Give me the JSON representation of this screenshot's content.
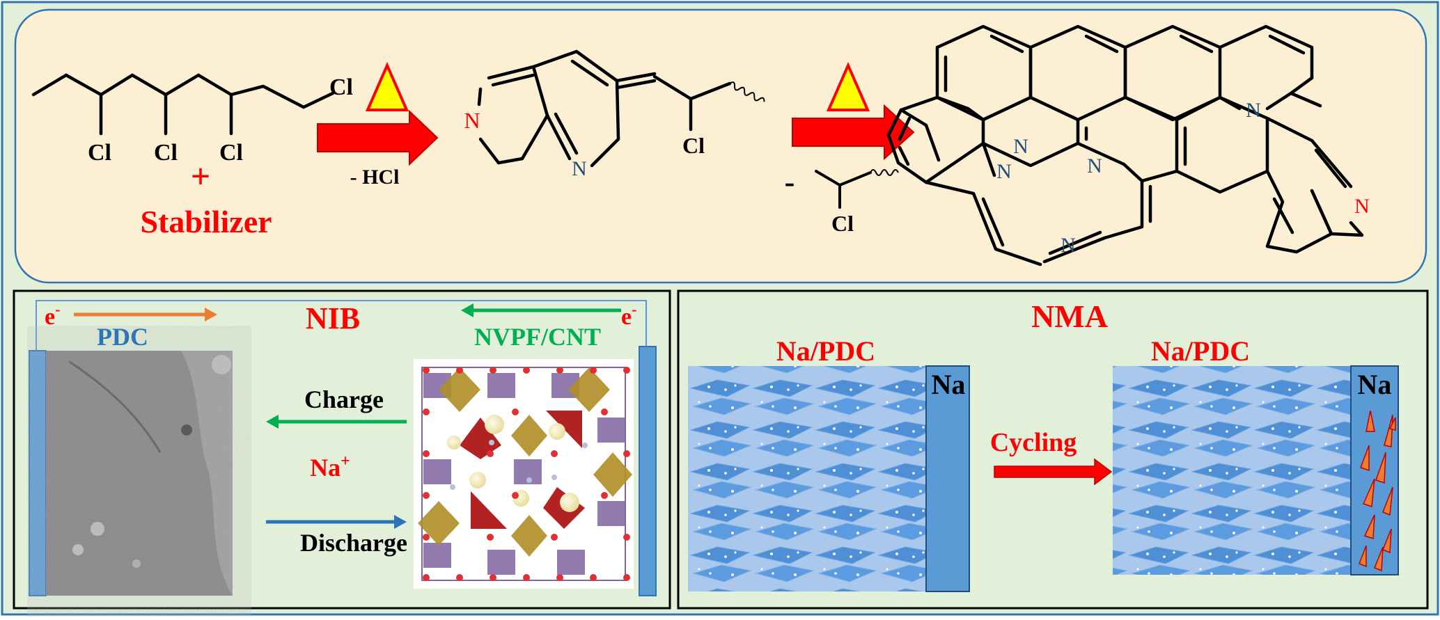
{
  "top_panel": {
    "chlorine_labels": [
      "Cl",
      "Cl",
      "Cl",
      "Cl"
    ],
    "plus": "+",
    "stabilizer": "Stabilizer",
    "step1_byproduct": "- HCl",
    "intermediate_labels": {
      "n_red": "N",
      "n_blue": "N",
      "cl": "Cl"
    },
    "step2_minus": "-",
    "step2_byproduct_cl": "Cl",
    "product_labels": [
      "N",
      "N",
      "N",
      "N",
      "N"
    ],
    "product_n_red": "N"
  },
  "nib_panel": {
    "title": "NIB",
    "electron_left": "e",
    "electron_right": "e",
    "electron_sup": "-",
    "anode_label": "PDC",
    "cathode_label": "NVPF/CNT",
    "charge_label": "Charge",
    "ion_label": "Na",
    "ion_sup": "+",
    "discharge_label": "Discharge"
  },
  "nma_panel": {
    "title": "NMA",
    "left_label": "Na/PDC",
    "right_label": "Na/PDC",
    "left_metal": "Na",
    "right_metal": "Na",
    "cycling_label": "Cycling"
  },
  "colors": {
    "outer_background": "#e2efd9",
    "top_panel_fill": "#fdefd3",
    "red_text": "#ff0000",
    "blue_text": "#2e75b6",
    "green_text": "#00b050",
    "electrode_blue": "#5b9bd5",
    "arrow_red": "#ff0000",
    "arrow_orange": "#ed7d31",
    "flame_yellow": "#ffff00"
  }
}
